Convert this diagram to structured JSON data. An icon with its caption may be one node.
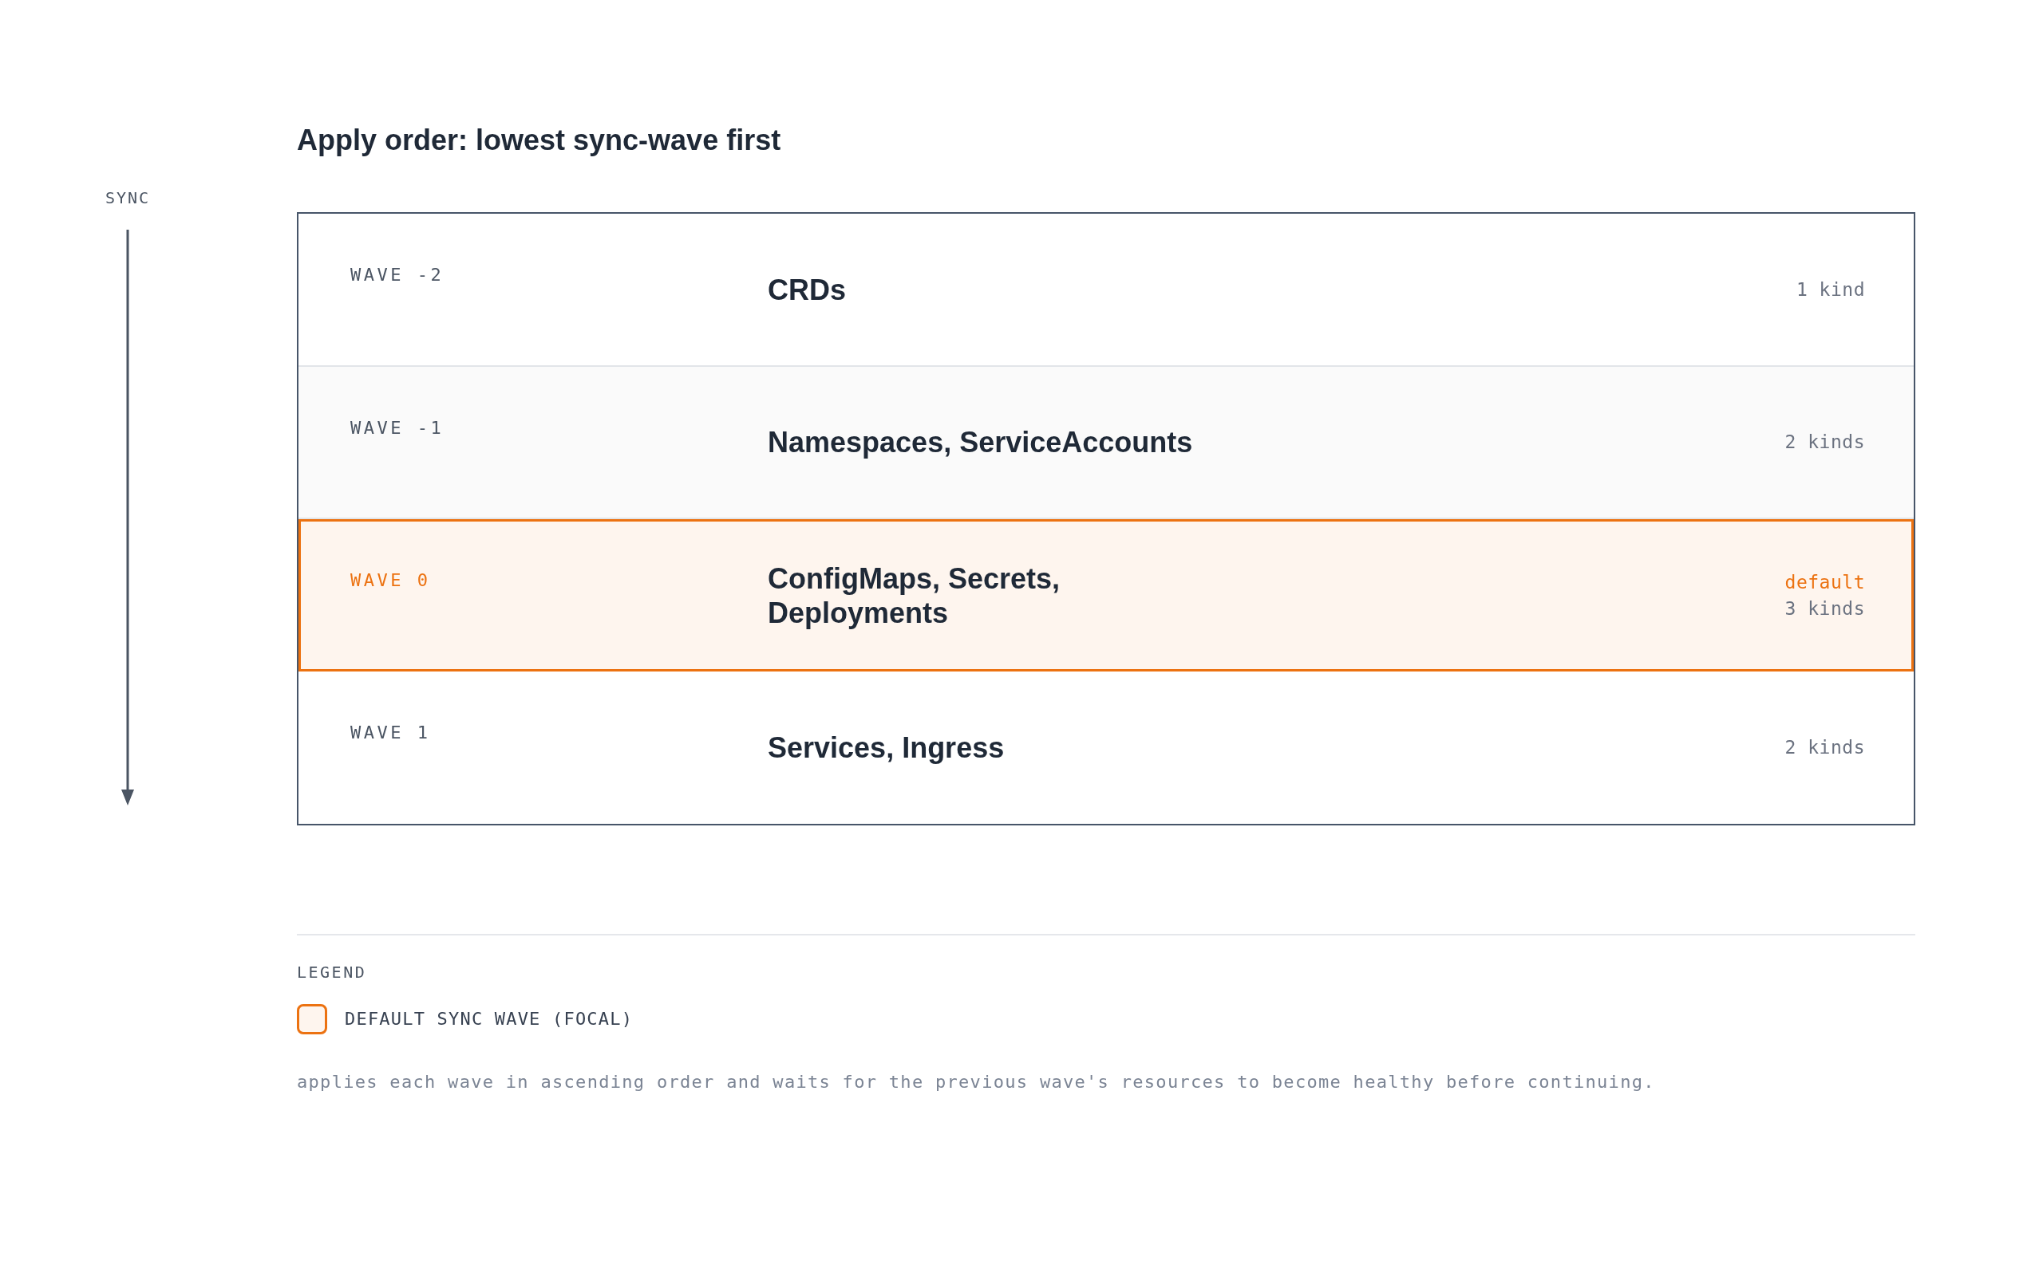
{
  "diagram": {
    "title": "Apply order: lowest sync-wave first",
    "nodes": [
      {
        "text": [
          "WAVE -2",
          "CRDs",
          "1 kind"
        ]
      },
      {
        "text": [
          "WAVE -1",
          "Namespaces, ServiceAccounts",
          "2 kinds"
        ]
      },
      {
        "text": [
          "WAVE 0",
          "ConfigMaps, Secrets, Deployments",
          "default",
          "3 kinds"
        ]
      },
      {
        "text": [
          "WAVE 1",
          "Services, Ingress",
          "2 kinds"
        ]
      }
    ],
    "edges": [],
    "labels": [
      "SYNC",
      "LEGEND",
      "applies each wave in ascending order and waits for the previous wave's resources to become healthy before continuing."
    ],
    "legend": [
      {
        "text": "DEFAULT SYNC WAVE (FOCAL)",
        "color": "#ec7211"
      }
    ]
  }
}
